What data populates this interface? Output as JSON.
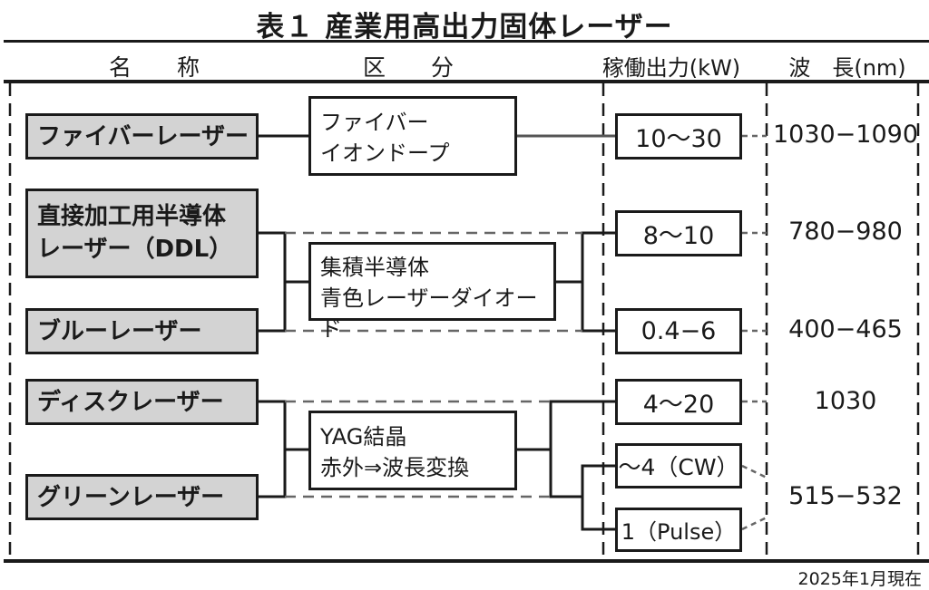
{
  "title": "表１ 産業用高出力固体レーザー",
  "headers": {
    "name": "名　　称",
    "category": "区　　分",
    "output": "稼働出力(kW)",
    "wavelength": "波　長(nm)"
  },
  "groups": [
    {
      "category": [
        "ファイバー",
        "イオンドープ"
      ],
      "lasers": [
        {
          "name": [
            "ファイバーレーザー"
          ],
          "outputs": [
            "10〜30"
          ],
          "wavelength": "1030−1090"
        }
      ]
    },
    {
      "category": [
        "集積半導体",
        "青色レーザーダイオード"
      ],
      "lasers": [
        {
          "name": [
            "直接加工用半導体",
            "レーザー（DDL）"
          ],
          "outputs": [
            "8〜10"
          ],
          "wavelength": "780−980"
        },
        {
          "name": [
            "ブルーレーザー"
          ],
          "outputs": [
            "0.4−6"
          ],
          "wavelength": "400−465"
        }
      ]
    },
    {
      "category": [
        "YAG結晶",
        "赤外⇒波長変換"
      ],
      "lasers": [
        {
          "name": [
            "ディスクレーザー"
          ],
          "outputs": [
            "4〜20"
          ],
          "wavelength": "1030"
        },
        {
          "name": [
            "グリーンレーザー"
          ],
          "outputs": [
            "〜4（CW）",
            "1（Pulse）"
          ],
          "wavelength": "515−532"
        }
      ]
    }
  ],
  "footer": "2025年1月現在"
}
